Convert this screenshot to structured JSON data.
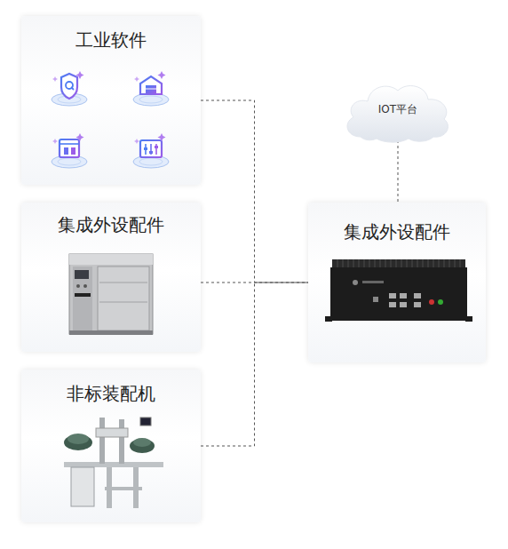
{
  "diagram": {
    "nodes": [
      {
        "text": [
          "工业软件"
        ]
      },
      {
        "text": [
          "集成外设配件"
        ]
      },
      {
        "text": [
          "非标装配机"
        ]
      },
      {
        "text": [
          "IOT平台"
        ]
      },
      {
        "text": [
          "集成外设配件"
        ]
      }
    ],
    "edges": [
      {
        "from": 0,
        "to": 4,
        "arrow": "none"
      },
      {
        "from": 1,
        "to": 4,
        "arrow": "none"
      },
      {
        "from": 2,
        "to": 4,
        "arrow": "none"
      },
      {
        "from": 3,
        "to": 4,
        "arrow": "none"
      }
    ]
  }
}
